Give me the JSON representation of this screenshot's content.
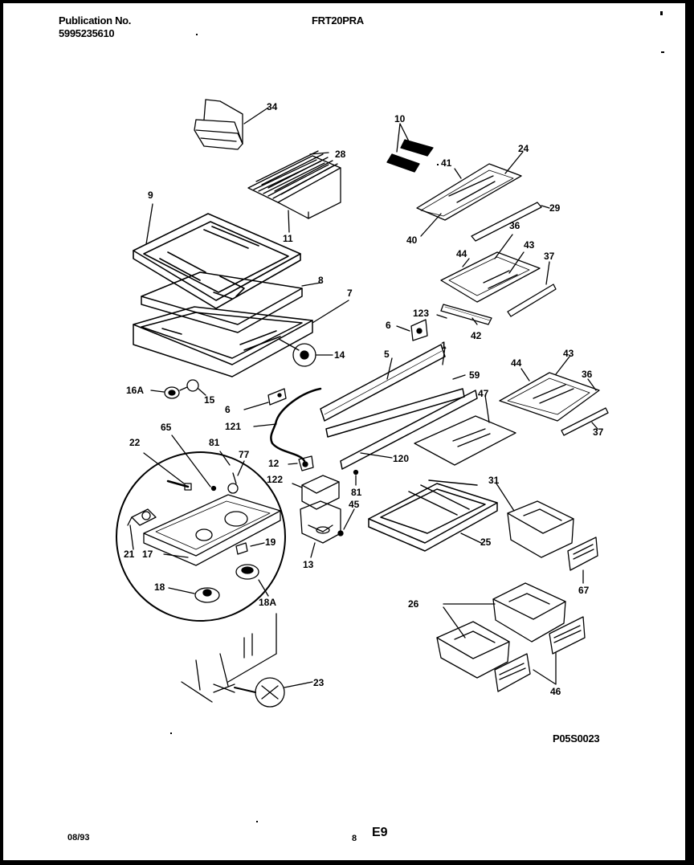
{
  "header": {
    "publication_label": "Publication No.",
    "publication_number": "5995235610",
    "model": "FRT20PRA"
  },
  "footer": {
    "date": "08/93",
    "page_small": "8",
    "page_code": "E9",
    "drawing_code": "P05S0023"
  },
  "callouts": [
    {
      "id": "c34",
      "text": "34"
    },
    {
      "id": "c28a",
      "text": "28"
    },
    {
      "id": "c9",
      "text": "9"
    },
    {
      "id": "c11",
      "text": "11"
    },
    {
      "id": "c8",
      "text": "8"
    },
    {
      "id": "c7",
      "text": "7"
    },
    {
      "id": "c14",
      "text": "14"
    },
    {
      "id": "c16A",
      "text": "16A"
    },
    {
      "id": "c15",
      "text": "15"
    },
    {
      "id": "c6a",
      "text": "6"
    },
    {
      "id": "c121",
      "text": "121"
    },
    {
      "id": "c12",
      "text": "12"
    },
    {
      "id": "c22",
      "text": "22"
    },
    {
      "id": "c65",
      "text": "65"
    },
    {
      "id": "c81a",
      "text": "81"
    },
    {
      "id": "c77",
      "text": "77"
    },
    {
      "id": "c122",
      "text": "122"
    },
    {
      "id": "c21",
      "text": "21"
    },
    {
      "id": "c17",
      "text": "17"
    },
    {
      "id": "c19",
      "text": "19"
    },
    {
      "id": "c13",
      "text": "13"
    },
    {
      "id": "c18",
      "text": "18"
    },
    {
      "id": "c18A",
      "text": "18A"
    },
    {
      "id": "c23",
      "text": "23"
    },
    {
      "id": "c10",
      "text": "10"
    },
    {
      "id": "c24",
      "text": "24"
    },
    {
      "id": "c41",
      "text": "41"
    },
    {
      "id": "c29",
      "text": "29"
    },
    {
      "id": "c40",
      "text": "40"
    },
    {
      "id": "c36a",
      "text": "36"
    },
    {
      "id": "c43a",
      "text": "43"
    },
    {
      "id": "c44a",
      "text": "44"
    },
    {
      "id": "c37a",
      "text": "37"
    },
    {
      "id": "c123",
      "text": "123"
    },
    {
      "id": "c42",
      "text": "42"
    },
    {
      "id": "c6b",
      "text": "6"
    },
    {
      "id": "c5",
      "text": "5"
    },
    {
      "id": "c1",
      "text": "1"
    },
    {
      "id": "c59",
      "text": "59"
    },
    {
      "id": "c44b",
      "text": "44"
    },
    {
      "id": "c43b",
      "text": "43"
    },
    {
      "id": "c36b",
      "text": "36"
    },
    {
      "id": "c47",
      "text": "47"
    },
    {
      "id": "c37b",
      "text": "37"
    },
    {
      "id": "c120",
      "text": "120"
    },
    {
      "id": "c81b",
      "text": "81"
    },
    {
      "id": "c45",
      "text": "45"
    },
    {
      "id": "c31",
      "text": "31"
    },
    {
      "id": "c25",
      "text": "25"
    },
    {
      "id": "c67",
      "text": "67"
    },
    {
      "id": "c26",
      "text": "26"
    },
    {
      "id": "c46",
      "text": "46"
    }
  ]
}
